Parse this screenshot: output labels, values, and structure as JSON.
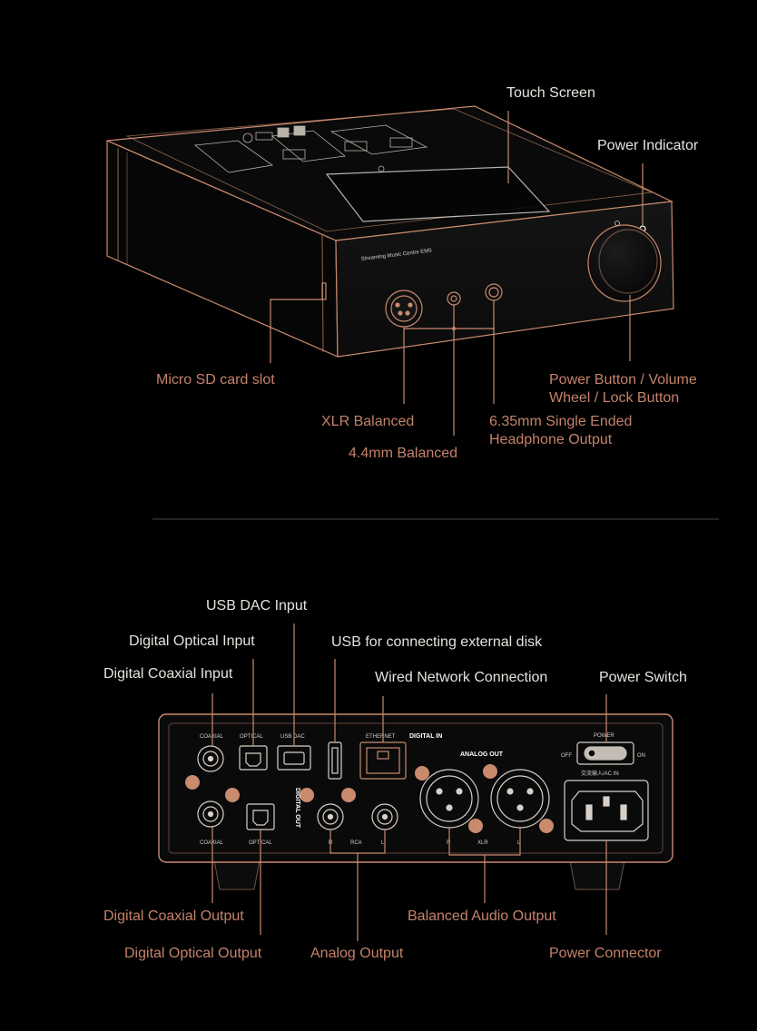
{
  "front": {
    "model_label": "Streaming Music Centre  EM5",
    "callouts": {
      "touch_screen": "Touch Screen",
      "power_indicator": "Power Indicator",
      "micro_sd": "Micro SD card slot",
      "power_button": "Power Button / Volume Wheel / Lock Button",
      "xlr_balanced": "XLR Balanced",
      "balanced_44": "4.4mm Balanced",
      "single_ended": "6.35mm Single Ended Headphone Output"
    }
  },
  "rear": {
    "panel_labels": {
      "coaxial_in": "COAXIAL",
      "optical_in": "OPTICAL",
      "usb_dac": "USB DAC",
      "ethernet": "ETHERNET",
      "digital_in": "DIGITAL IN",
      "analog_out": "ANALOG OUT",
      "power": "POWER",
      "off": "OFF",
      "on": "ON",
      "ac_in": "交流输入/AC IN",
      "coaxial_out": "COAXIAL",
      "optical_out": "OPTICAL",
      "digital_out": "DIGITAL OUT",
      "rca_r": "R",
      "rca": "RCA",
      "rca_l": "L",
      "xlr_r": "R",
      "xlr": "XLR",
      "xlr_l": "L"
    },
    "callouts": {
      "usb_dac_input": "USB DAC Input",
      "digital_optical_input": "Digital Optical Input",
      "usb_external_disk": "USB for connecting external disk",
      "digital_coaxial_input": "Digital Coaxial Input",
      "wired_network": "Wired Network Connection",
      "power_switch": "Power Switch",
      "digital_coaxial_output": "Digital Coaxial Output",
      "balanced_audio_output": "Balanced Audio Output",
      "digital_optical_output": "Digital Optical Output",
      "analog_output": "Analog Output",
      "power_connector": "Power Connector"
    }
  },
  "colors": {
    "background": "#000000",
    "label_white": "#e6e2dd",
    "label_copper": "#c4826a",
    "line_copper": "#c98a6e"
  }
}
